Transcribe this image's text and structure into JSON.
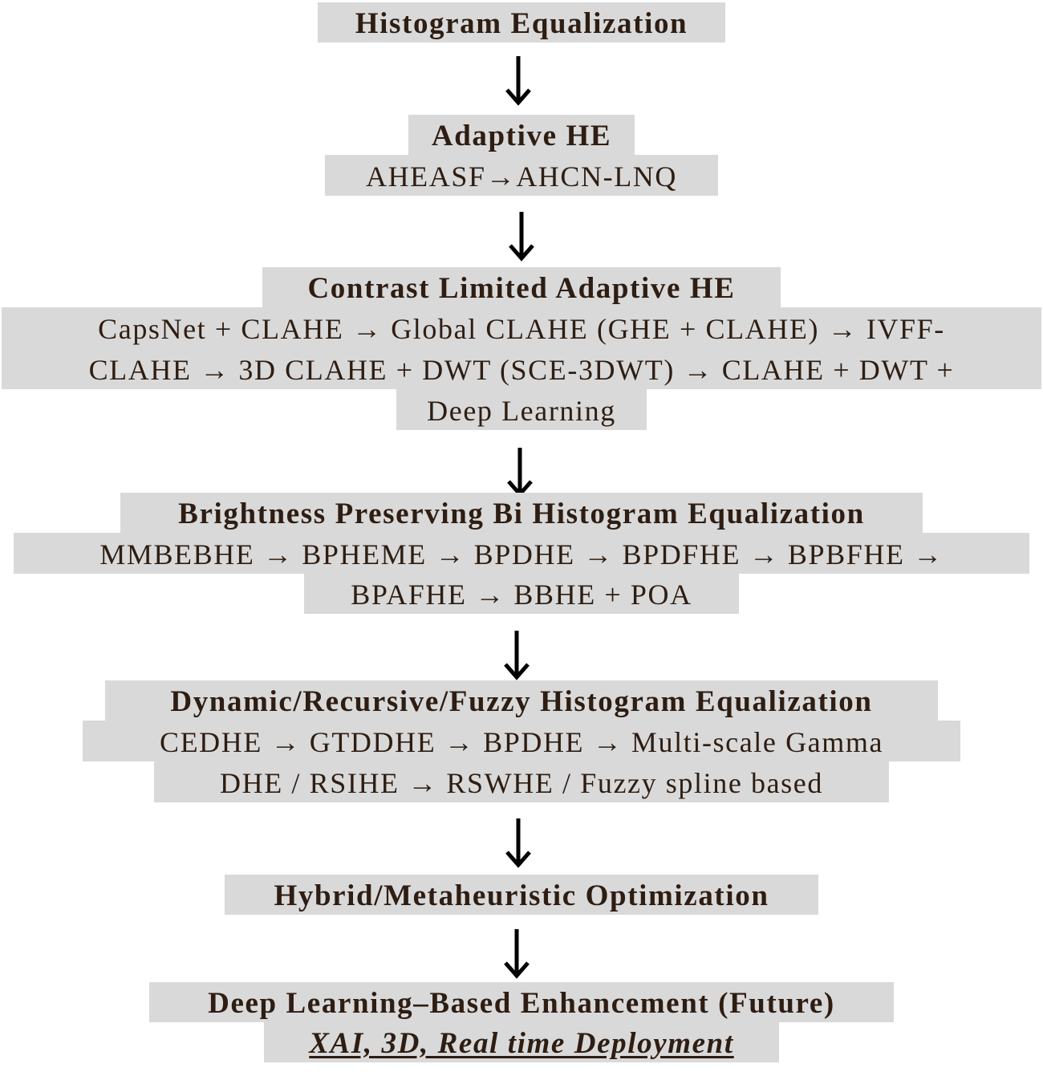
{
  "stages": {
    "s1": {
      "title": "Histogram Equalization"
    },
    "s2": {
      "title": "Adaptive HE",
      "line1": "AHEASF→AHCN-LNQ"
    },
    "s3": {
      "title": "Contrast Limited Adaptive HE",
      "line1": "CapsNet + CLAHE → Global CLAHE (GHE + CLAHE) → IVFF-",
      "line2": "CLAHE → 3D CLAHE + DWT (SCE-3DWT) → CLAHE + DWT +",
      "line3": "Deep Learning"
    },
    "s4": {
      "title": "Brightness Preserving Bi Histogram Equalization",
      "line1": "MMBEBHE → BPHEME → BPDHE → BPDFHE → BPBFHE →",
      "line2": "BPAFHE → BBHE + POA"
    },
    "s5": {
      "title": "Dynamic/Recursive/Fuzzy Histogram Equalization",
      "line1": "CEDHE → GTDDHE → BPDHE → Multi-scale Gamma",
      "line2": "DHE / RSIHE → RSWHE / Fuzzy spline based"
    },
    "s6": {
      "title": "Hybrid/Metaheuristic Optimization"
    },
    "s7": {
      "title": "Deep Learning–Based Enhancement (Future)",
      "line1": "XAI, 3D, Real time Deployment"
    }
  },
  "colors": {
    "box": "#d9d9d9",
    "text": "#2e1d12",
    "arrow": "#000000"
  }
}
